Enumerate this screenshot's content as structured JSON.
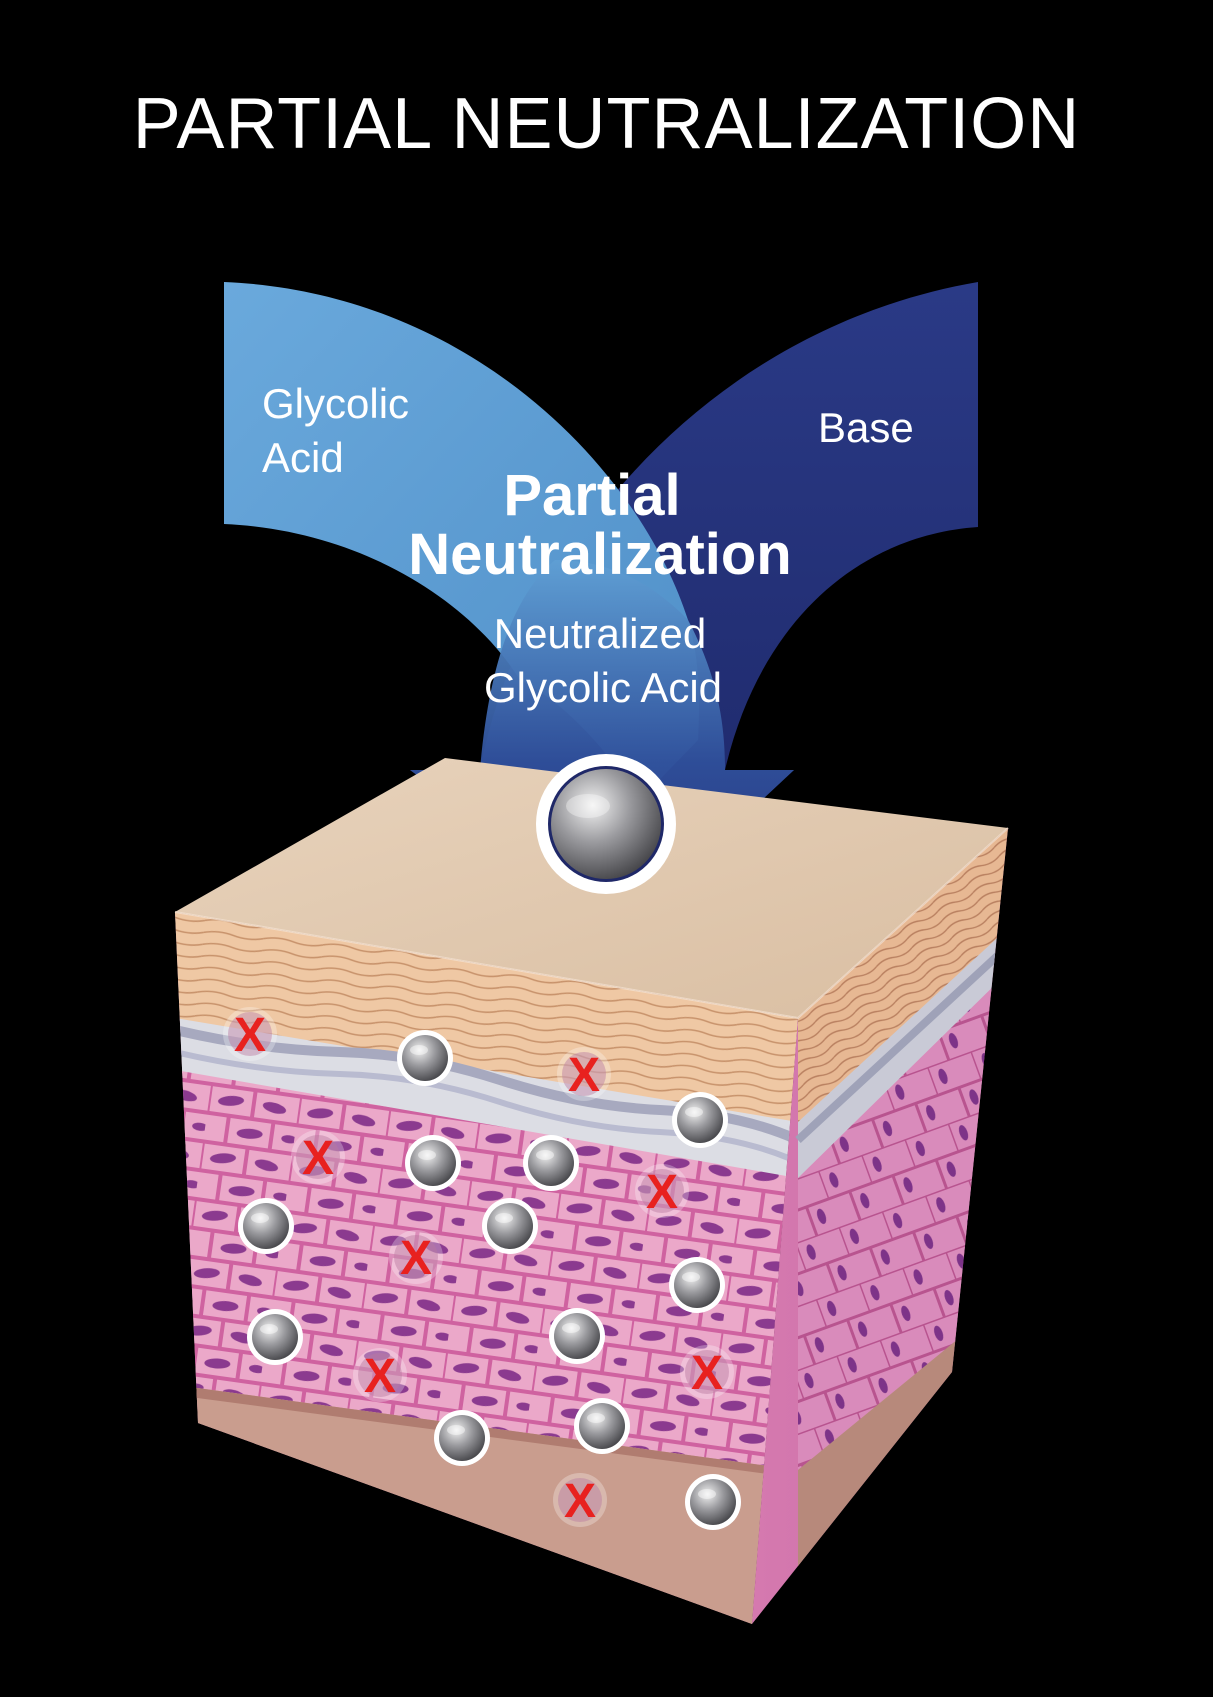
{
  "title": "PARTIAL NEUTRALIZATION",
  "labels": {
    "acid_line1": "Glycolic",
    "acid_line2": "Acid",
    "base": "Base",
    "process_line1": "Partial",
    "process_line2": "Neutralization",
    "product_line1": "Neutralized",
    "product_line2": "Glycolic Acid"
  },
  "marker_x": "X",
  "colors": {
    "background": "#000000",
    "acid_arrow": "#5f9fd4",
    "base_arrow": "#25317a",
    "skin_top": "#e3cbb2",
    "skin_epidermis": "#e9a6c7",
    "skin_cell_border": "#c95a98",
    "skin_nucleus": "#8b3a8f",
    "skin_bottom": "#c79c8e",
    "blocked_marker": "#e8211f",
    "molecule": "#8e8e92"
  },
  "icons": [
    "acid-arrow-icon",
    "base-arrow-icon",
    "molecule-icon",
    "blocked-x-icon"
  ]
}
